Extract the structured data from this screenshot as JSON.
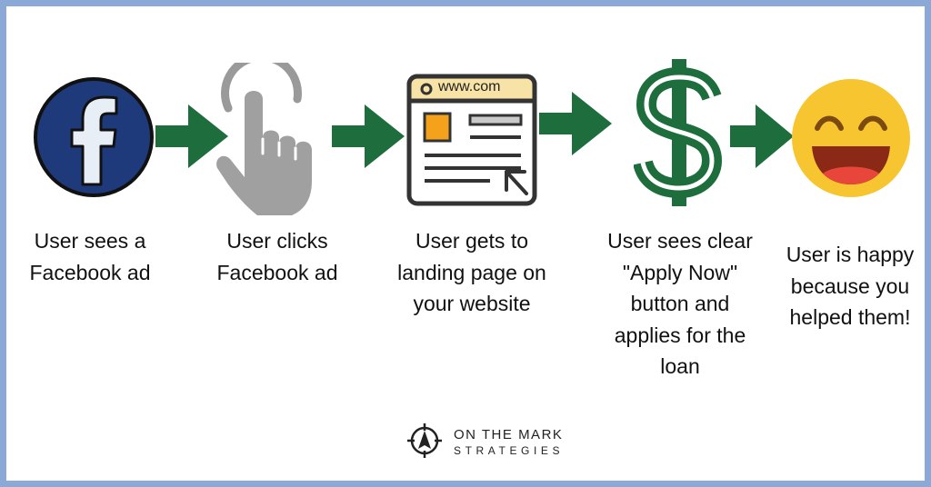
{
  "steps": [
    {
      "icon": "facebook-logo-icon",
      "label": "User sees a Facebook ad"
    },
    {
      "icon": "pointing-hand-icon",
      "label": "User clicks Facebook ad"
    },
    {
      "icon": "browser-window-icon",
      "url_text": "www.com",
      "label": "User gets to landing page on your website"
    },
    {
      "icon": "dollar-sign-icon",
      "label": "User sees clear \"Apply Now\" button and applies for the loan"
    },
    {
      "icon": "smiling-face-icon",
      "label": "User is happy because you helped them!"
    }
  ],
  "brand": {
    "line1": "ON THE MARK",
    "line2": "STRATEGIES",
    "icon": "compass-logo-icon"
  },
  "colors": {
    "arrow": "#1d6e3c",
    "border": "#8aa9d6",
    "facebook": "#1f3a7a",
    "dollar": "#1d6e3c",
    "emoji": "#f7c530",
    "browser_bar": "#f7e3a6",
    "orange": "#f4a21b"
  }
}
